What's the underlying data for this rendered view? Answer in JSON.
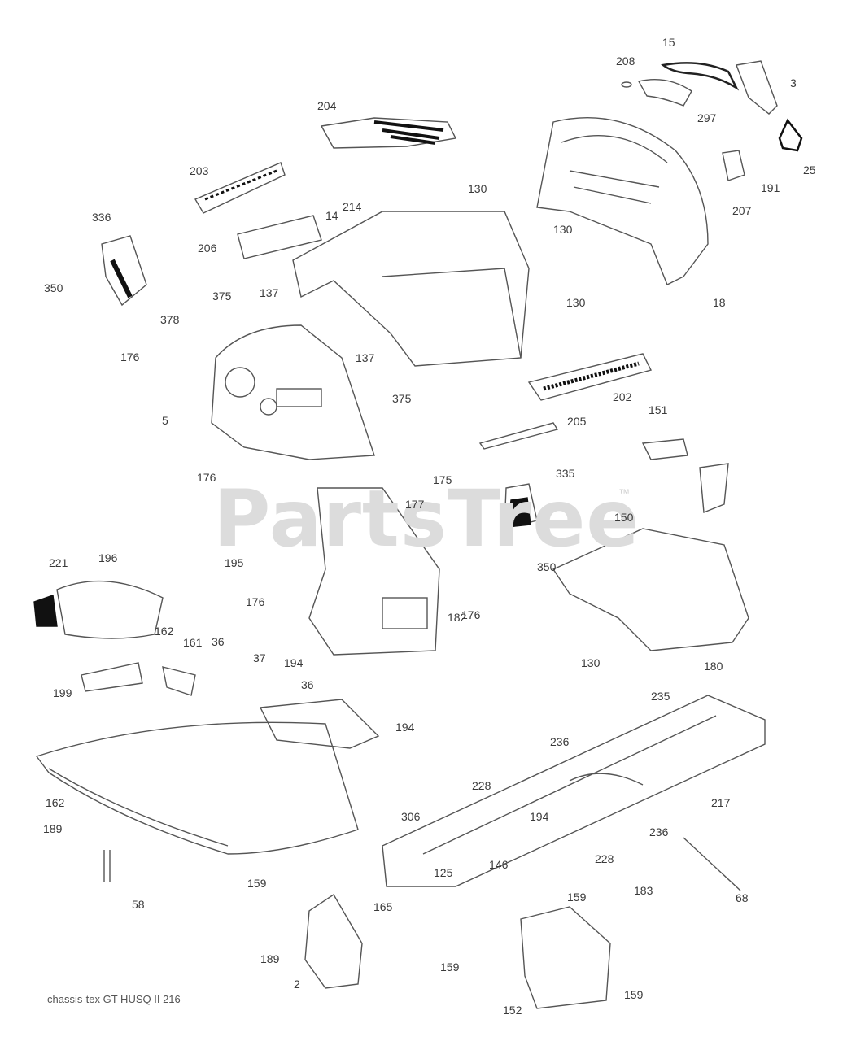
{
  "watermark": "PartsTree",
  "trademark": "™",
  "footer": "chassis-tex GT HUSQ II 216",
  "labels": [
    "15",
    "208",
    "3",
    "297",
    "25",
    "191",
    "207",
    "204",
    "203",
    "214",
    "14",
    "130",
    "130",
    "130",
    "18",
    "336",
    "206",
    "350",
    "375",
    "137",
    "378",
    "137",
    "176",
    "375",
    "5",
    "202",
    "151",
    "205",
    "176",
    "175",
    "335",
    "177",
    "150",
    "195",
    "350",
    "221",
    "196",
    "176",
    "176",
    "162",
    "182",
    "161",
    "36",
    "37",
    "194",
    "130",
    "180",
    "199",
    "36",
    "194",
    "235",
    "236",
    "228",
    "217",
    "162",
    "194",
    "306",
    "236",
    "189",
    "228",
    "146",
    "125",
    "183",
    "58",
    "159",
    "68",
    "159",
    "165",
    "189",
    "159",
    "2",
    "159",
    "152"
  ]
}
